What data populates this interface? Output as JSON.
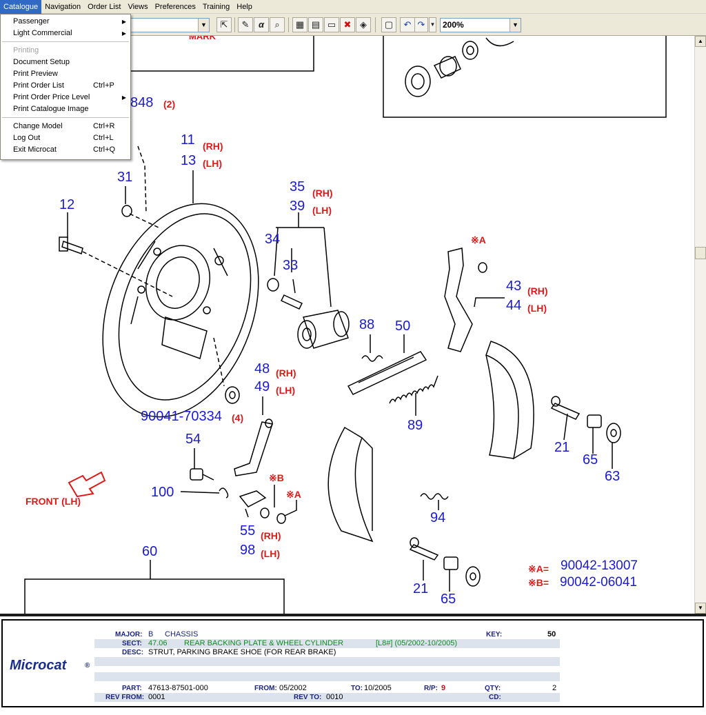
{
  "menubar": {
    "items": [
      "Catalogue",
      "Navigation",
      "Order List",
      "Views",
      "Preferences",
      "Training",
      "Help"
    ],
    "active": "Catalogue"
  },
  "toolbar": {
    "zoom": "200%",
    "icons": [
      "pointer-icon",
      "paint-icon",
      "alpha-icon",
      "magnifier-icon",
      "grid-icon",
      "book-icon",
      "monitor-icon",
      "delete-icon",
      "catalogue-icon",
      "note-icon",
      "undo-icon",
      "redo-icon"
    ]
  },
  "dropdown": {
    "group1": [
      {
        "label": "Passenger",
        "submenu": true
      },
      {
        "label": "Light Commercial",
        "submenu": true
      }
    ],
    "group2": [
      {
        "label": "Printing",
        "disabled": true
      },
      {
        "label": "Document Setup"
      },
      {
        "label": "Print Preview"
      },
      {
        "label": "Print Order List",
        "shortcut": "Ctrl+P"
      },
      {
        "label": "Print Order Price Level",
        "submenu": true
      },
      {
        "label": "Print Catalogue Image"
      }
    ],
    "group3": [
      {
        "label": "Change Model",
        "shortcut": "Ctrl+R"
      },
      {
        "label": "Log Out",
        "shortcut": "Ctrl+L"
      },
      {
        "label": "Exit Microcat",
        "shortcut": "Ctrl+Q"
      }
    ]
  },
  "diagram": {
    "callouts_blue": {
      "c848": "848",
      "c11": "11",
      "c13": "13",
      "c31": "31",
      "c12": "12",
      "c35": "35",
      "c39": "39",
      "c34": "34",
      "c33": "33",
      "c43": "43",
      "c44": "44",
      "c88": "88",
      "c50": "50",
      "c48": "48",
      "c49": "49",
      "c90041": "90041-70334",
      "c54": "54",
      "c89": "89",
      "c21a": "21",
      "c65a": "65",
      "c63": "63",
      "c100": "100",
      "c55": "55",
      "c98": "98",
      "c94": "94",
      "c60": "60",
      "c21b": "21",
      "c65b": "65",
      "cA": "90042-13007",
      "cB": "90042-06041"
    },
    "callouts_red": {
      "r2": "(2)",
      "rh11": "(RH)",
      "lh13": "(LH)",
      "rh35": "(RH)",
      "lh39": "(LH)",
      "markA1": "※A",
      "rh43": "(RH)",
      "lh44": "(LH)",
      "rh48": "(RH)",
      "lh49": "(LH)",
      "r4": "(4)",
      "markB": "※B",
      "markA2": "※A",
      "rh55": "(RH)",
      "lh98": "(LH)",
      "front": "FRONT (LH)",
      "keyA": "※A=",
      "keyB": "※B=",
      "hidden": "MARK"
    }
  },
  "info": {
    "logo": "Microcat",
    "major_key": "MAJOR:",
    "major_val": "B",
    "major_name": "CHASSIS",
    "key_key": "KEY:",
    "key_val": "50",
    "sect_key": "SECT:",
    "sect_val": "47.06",
    "sect_name": "REAR BACKING PLATE & WHEEL CYLINDER",
    "sect_extra": "[L8#] (05/2002-10/2005)",
    "desc_key": "DESC:",
    "desc_val": "STRUT, PARKING BRAKE SHOE (FOR REAR BRAKE)",
    "part_key": "PART:",
    "part_val": "47613-87501-000",
    "from_key": "FROM:",
    "from_val": "05/2002",
    "to_key": "TO:",
    "to_val": "10/2005",
    "rp_key": "R/P:",
    "rp_val": "9",
    "qty_key": "QTY:",
    "qty_val": "2",
    "revfrom_key": "REV FROM:",
    "revfrom_val": "0001",
    "revto_key": "REV TO:",
    "revto_val": "0010",
    "cd_key": "CD:",
    "cd_val": ""
  }
}
